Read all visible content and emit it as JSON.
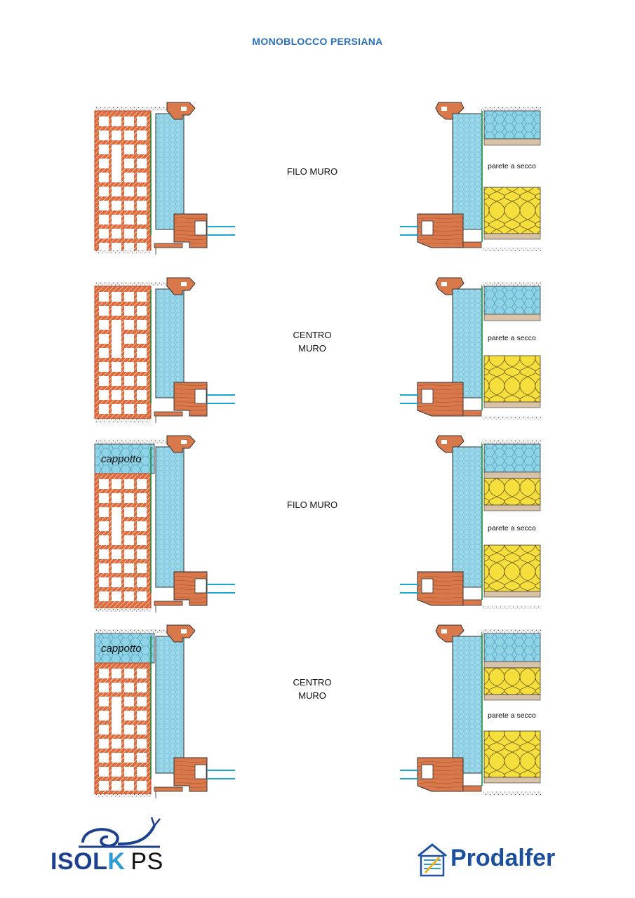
{
  "title": "MONOBLOCCO PERSIANA",
  "rows": [
    {
      "label_line1": "FILO MURO",
      "label_line2": "",
      "left_cappotto": false,
      "right_layers": [
        "hex",
        "dry",
        "wool"
      ],
      "dry_label": "parete a secco"
    },
    {
      "label_line1": "CENTRO",
      "label_line2": "MURO",
      "left_cappotto": false,
      "right_layers": [
        "hex",
        "dry",
        "wool"
      ],
      "dry_label": "parete a secco"
    },
    {
      "label_line1": "FILO MURO",
      "label_line2": "",
      "left_cappotto": true,
      "right_layers": [
        "hex",
        "wool",
        "dry",
        "wool"
      ],
      "dry_label": "parete a secco"
    },
    {
      "label_line1": "CENTRO",
      "label_line2": "MURO",
      "left_cappotto": true,
      "right_layers": [
        "hex",
        "wool",
        "dry",
        "wool"
      ],
      "dry_label": "parete a secco"
    }
  ],
  "cappotto_label": "cappotto",
  "logos": {
    "left_brand": "ISOL",
    "left_brand_k": "K",
    "left_suffix": "PS",
    "right_brand": "Prodalfer"
  },
  "colors": {
    "brick": "#e2693a",
    "insulation_blue": "#8fd3e6",
    "wood": "#d9784a",
    "wool_yellow": "#f6de3c",
    "board": "#d9c3a8",
    "title_blue": "#2a6fb5"
  }
}
